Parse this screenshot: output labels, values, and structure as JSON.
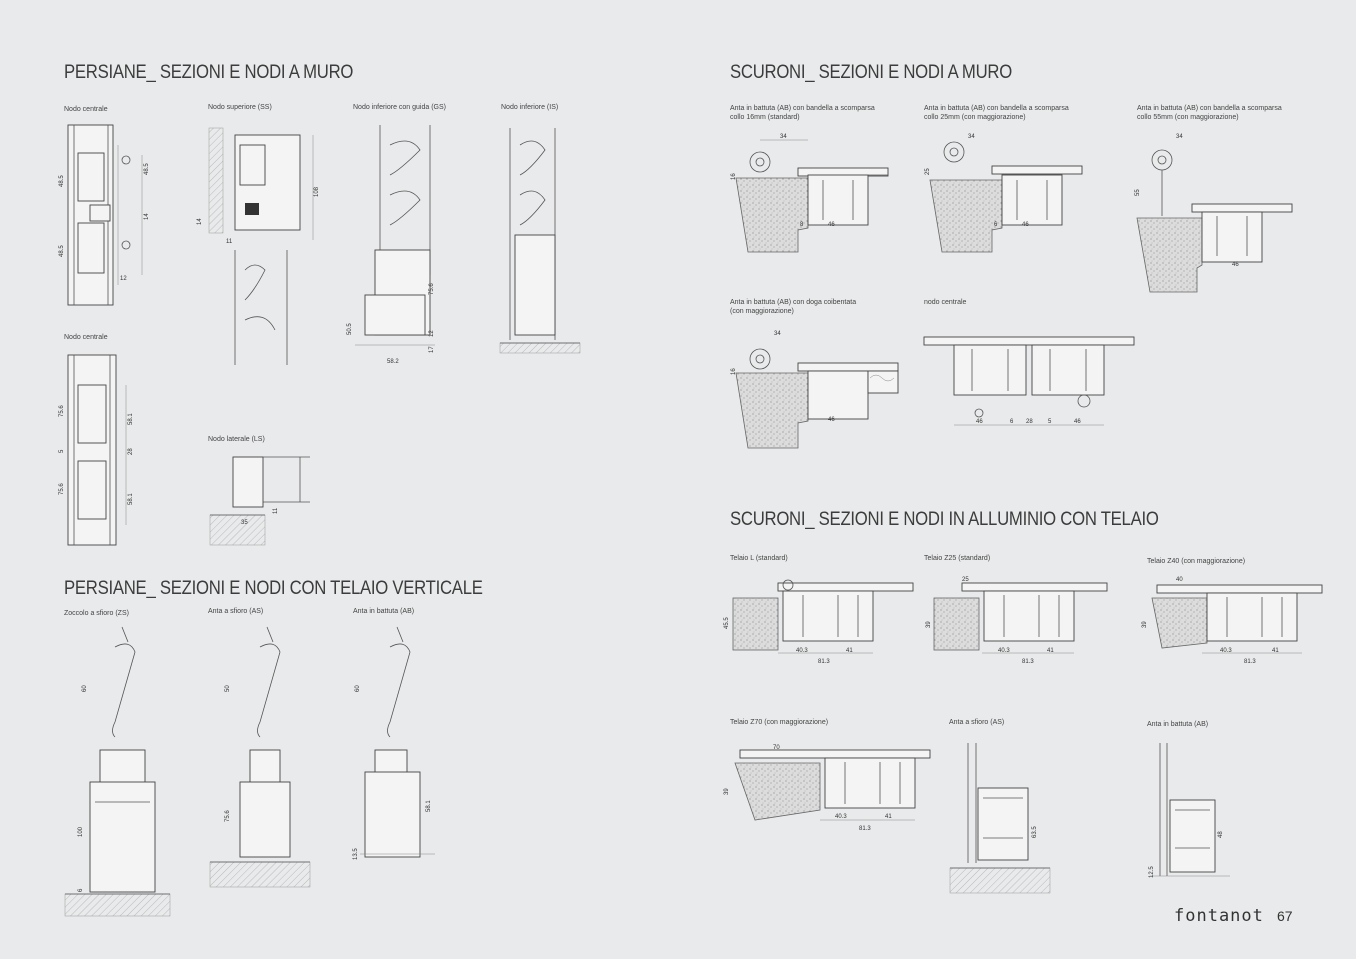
{
  "left": {
    "section1_title": "PERSIANE_ SEZIONI E NODI A MURO",
    "section1_labels": {
      "nc1": "Nodo centrale",
      "ss": "Nodo superiore (SS)",
      "gs": "Nodo inferiore con guida (GS)",
      "is": "Nodo inferiore (IS)",
      "nc2": "Nodo centrale",
      "ls": "Nodo laterale (LS)"
    },
    "section2_title": "PERSIANE_ SEZIONI E NODI CON TELAIO VERTICALE",
    "section2_labels": {
      "zs": "Zoccolo a sfioro (ZS)",
      "as": "Anta a sfioro (AS)",
      "ab": "Anta in battuta (AB)"
    }
  },
  "right": {
    "section1_title": "SCURONI_ SEZIONI E NODI A MURO",
    "section1_labels": {
      "a16_l1": "Anta in battuta (AB) con bandella a scomparsa",
      "a16_l2": "collo 16mm (standard)",
      "a25_l1": "Anta in battuta (AB) con bandella a scomparsa",
      "a25_l2": "collo 25mm (con maggiorazione)",
      "a55_l1": "Anta in battuta (AB) con bandella a scomparsa",
      "a55_l2": "collo 55mm (con maggiorazione)",
      "doga_l1": "Anta in battuta (AB) con doga coibentata",
      "doga_l2": "(con maggiorazione)",
      "nodo": "nodo centrale"
    },
    "section2_title": "SCURONI_ SEZIONI E NODI IN ALLUMINIO CON TELAIO",
    "section2_labels": {
      "tl": "Telaio L (standard)",
      "tz25": "Telaio Z25 (standard)",
      "tz40": "Telaio Z40 (con maggiorazione)",
      "tz70": "Telaio Z70 (con maggiorazione)",
      "as": "Anta a sfioro (AS)",
      "ab": "Anta in battuta (AB)"
    }
  },
  "dims": {
    "d34": "34",
    "d46": "46",
    "d16": "16",
    "d25": "25",
    "d55": "55",
    "d8": "8",
    "d6": "6",
    "d28": "28",
    "d5": "5",
    "d403": "40.3",
    "d41": "41",
    "d813": "81.3",
    "d455": "45.5",
    "d39": "39",
    "d40": "40",
    "d70": "70",
    "d635": "63.5",
    "d48": "48",
    "d125": "12.5",
    "d60": "60",
    "d50": "50",
    "d100": "100",
    "d756": "75.6",
    "d581": "58.1",
    "d135": "13.5",
    "d485": "48.5",
    "d582": "58.2",
    "d505": "50.5",
    "d17": "17",
    "d12": "12",
    "d11": "11",
    "d108": "108",
    "d14": "14",
    "d35": "35"
  },
  "footer": {
    "brand": "fontanot",
    "page": "67"
  }
}
